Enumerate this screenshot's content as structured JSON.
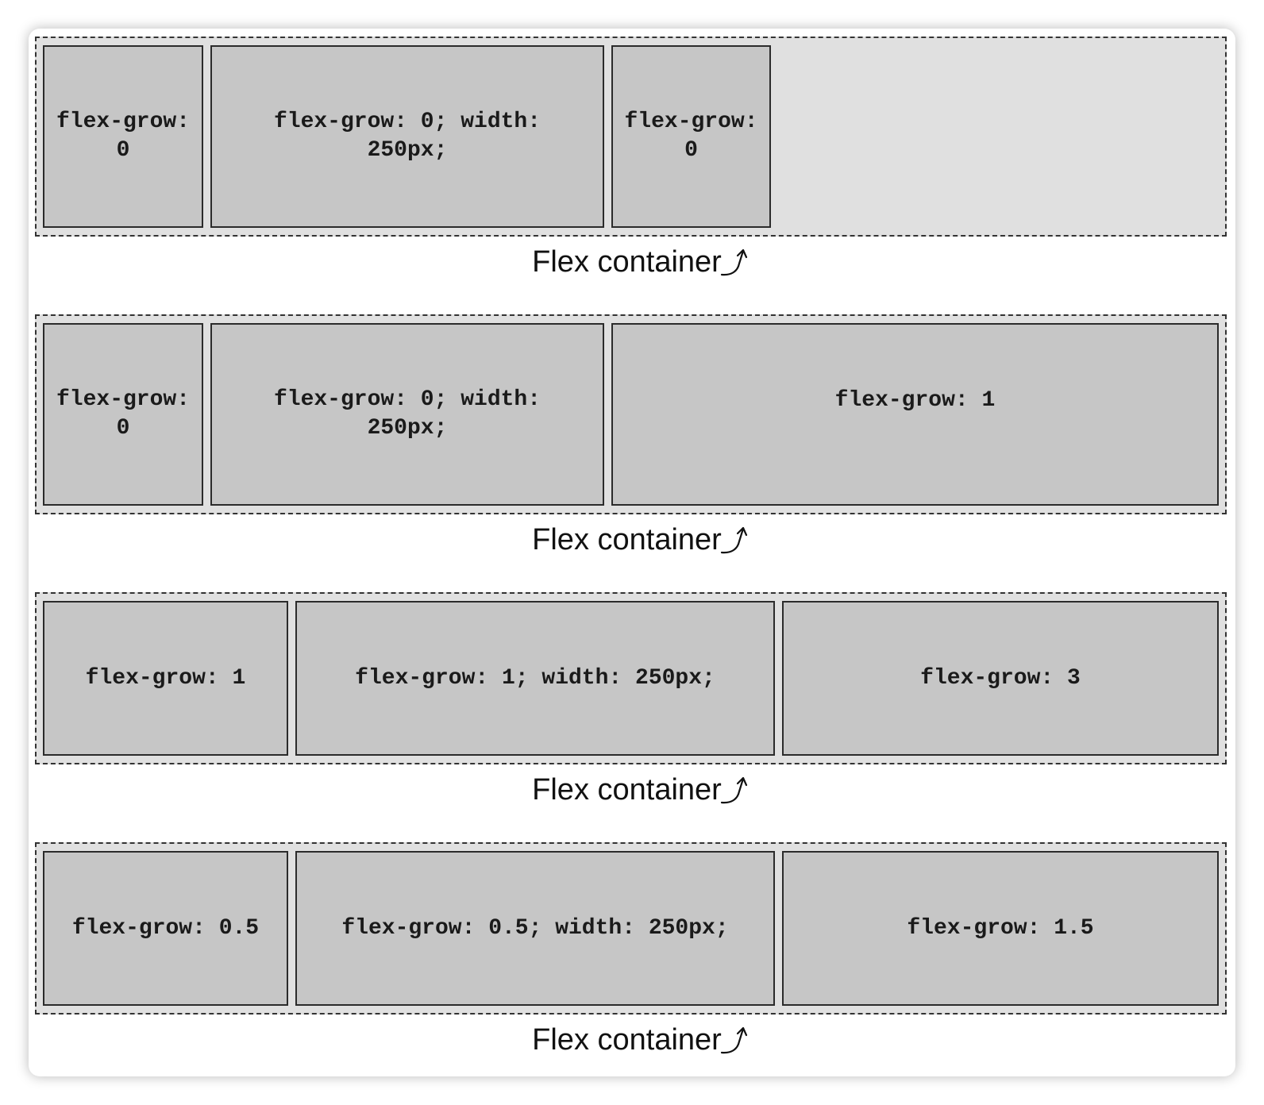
{
  "demos": [
    {
      "items": [
        {
          "lines": [
            "flex-grow:",
            "0"
          ]
        },
        {
          "lines": [
            "flex-grow: 0; width:",
            "250px;"
          ]
        },
        {
          "lines": [
            "flex-grow:",
            "0"
          ]
        }
      ],
      "caption": "Flex container"
    },
    {
      "items": [
        {
          "lines": [
            "flex-grow:",
            "0"
          ]
        },
        {
          "lines": [
            "flex-grow: 0; width:",
            "250px;"
          ]
        },
        {
          "lines": [
            "flex-grow: 1"
          ]
        }
      ],
      "caption": "Flex container"
    },
    {
      "items": [
        {
          "lines": [
            "flex-grow: 1"
          ]
        },
        {
          "lines": [
            "flex-grow: 1; width: 250px;"
          ]
        },
        {
          "lines": [
            "flex-grow: 3"
          ]
        }
      ],
      "caption": "Flex container"
    },
    {
      "items": [
        {
          "lines": [
            "flex-grow: 0.5"
          ]
        },
        {
          "lines": [
            "flex-grow: 0.5; width: 250px;"
          ]
        },
        {
          "lines": [
            "flex-grow: 1.5"
          ]
        }
      ],
      "caption": "Flex container"
    }
  ],
  "icons": {
    "caption_arrow": "curved-up-arrow-icon"
  },
  "colors": {
    "container_bg": "#e0e0e0",
    "item_bg": "#c6c6c6",
    "border": "#2b2b2b"
  }
}
